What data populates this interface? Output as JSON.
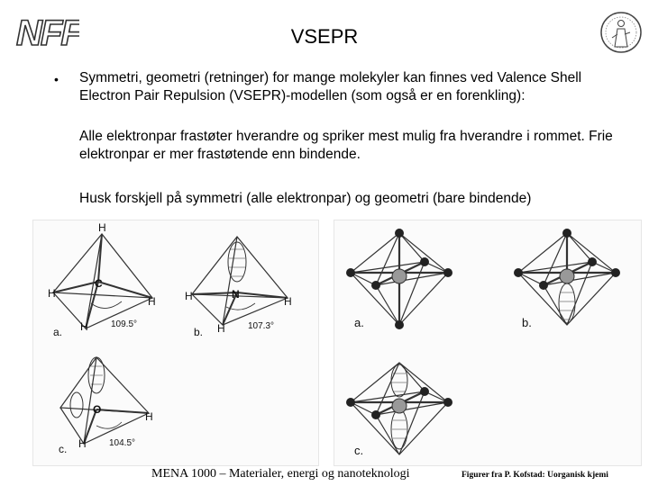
{
  "header": {
    "logo_text": "NFF",
    "seal_icon": "university-seal-icon",
    "title": "VSEPR"
  },
  "content": {
    "bullet": "•",
    "paragraph_1": "Symmetri, geometri (retninger) for mange molekyler kan finnes ved Valence Shell Electron Pair Repulsion (VSEPR)-modellen (som også er en forenkling):",
    "paragraph_2": "Alle elektronpar frastøter hverandre og spriker mest mulig fra hverandre i rommet. Frie elektronpar er mer frastøtende enn bindende.",
    "paragraph_3": "Husk forskjell på symmetri (alle elektronpar) og geometri (bare bindende)"
  },
  "figure_left": {
    "methane": {
      "H1": "H",
      "H2": "H",
      "H3": "H",
      "H4": "H",
      "center": "C",
      "angle": "109.5°",
      "label": "a."
    },
    "ammonia": {
      "H1": "H",
      "H2": "H",
      "H3": "H",
      "center": "N",
      "angle": "107.3°",
      "label": "b."
    },
    "water": {
      "H1": "H",
      "H2": "H",
      "center": "O",
      "angle": "104.5°",
      "label": "c."
    }
  },
  "figure_right": {
    "label_a": "a.",
    "label_b": "b.",
    "label_c": "c."
  },
  "footer": {
    "course": "MENA 1000 – Materialer, energi og nanoteknologi",
    "credit": "Figurer fra P. Kofstad: Uorganisk kjemi"
  }
}
